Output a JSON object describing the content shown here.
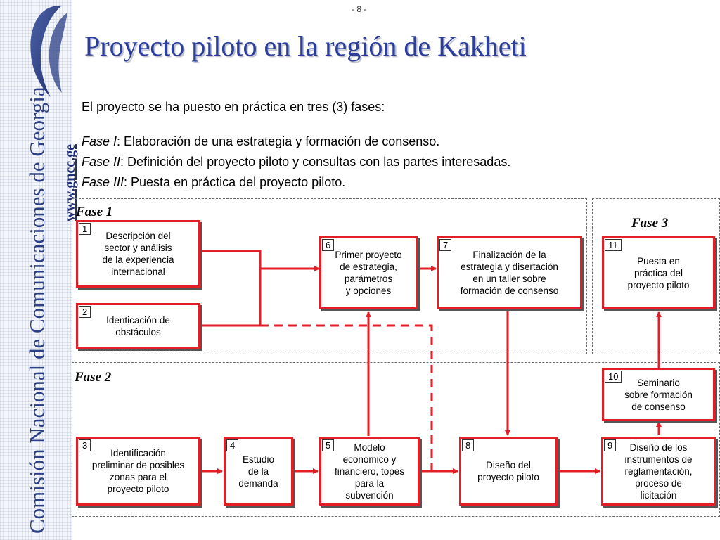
{
  "page_number": "- 8 -",
  "title": "Proyecto piloto en la región de Kakheti",
  "sidebar": {
    "organization": "Comisión Nacional de Comunicaciones de Georgia",
    "url": "www.gncc.ge"
  },
  "intro": {
    "lead": "El proyecto se ha puesto en práctica en tres (3) fases:",
    "phases": [
      {
        "name": "Fase I",
        "description": ": Elaboración de una estrategia y formación de consenso."
      },
      {
        "name": "Fase II",
        "description": ": Definición del proyecto piloto y consultas con las partes interesadas."
      },
      {
        "name": "Fase III",
        "description": ": Puesta en práctica del proyecto piloto."
      }
    ]
  },
  "diagram": {
    "phase_labels": {
      "fase1": "Fase 1",
      "fase2": "Fase 2",
      "fase3": "Fase 3"
    },
    "steps": [
      {
        "num": "1",
        "text": "Descripción del\nsector y análisis\nde la experiencia\ninternacional"
      },
      {
        "num": "2",
        "text": "Identicación de\nobstáculos"
      },
      {
        "num": "3",
        "text": "Identificación\npreliminar de posibles\nzonas para el\nproyecto piloto"
      },
      {
        "num": "4",
        "text": "Estudio\nde la\ndemanda"
      },
      {
        "num": "5",
        "text": "Modelo\neconómico y\nfinanciero, topes\npara la\nsubvención"
      },
      {
        "num": "6",
        "text": "Primer proyecto\nde estrategia,\nparámetros\ny opciones"
      },
      {
        "num": "7",
        "text": "Finalización de la\nestrategia y disertación\nen un taller sobre\nformación de consenso"
      },
      {
        "num": "8",
        "text": "Diseño del\nproyecto piloto"
      },
      {
        "num": "9",
        "text": "Diseño de los\ninstrumentos de\nreglamentación,\nproceso de\nlicitación"
      },
      {
        "num": "10",
        "text": "Seminario\nsobre formación\nde consenso"
      },
      {
        "num": "11",
        "text": "Puesta en\npráctica del\nproyecto piloto"
      }
    ]
  },
  "colors": {
    "accent_red": "#e41e26",
    "title_blue": "#2b3f9a",
    "sidebar_blue": "#2b3f86"
  }
}
